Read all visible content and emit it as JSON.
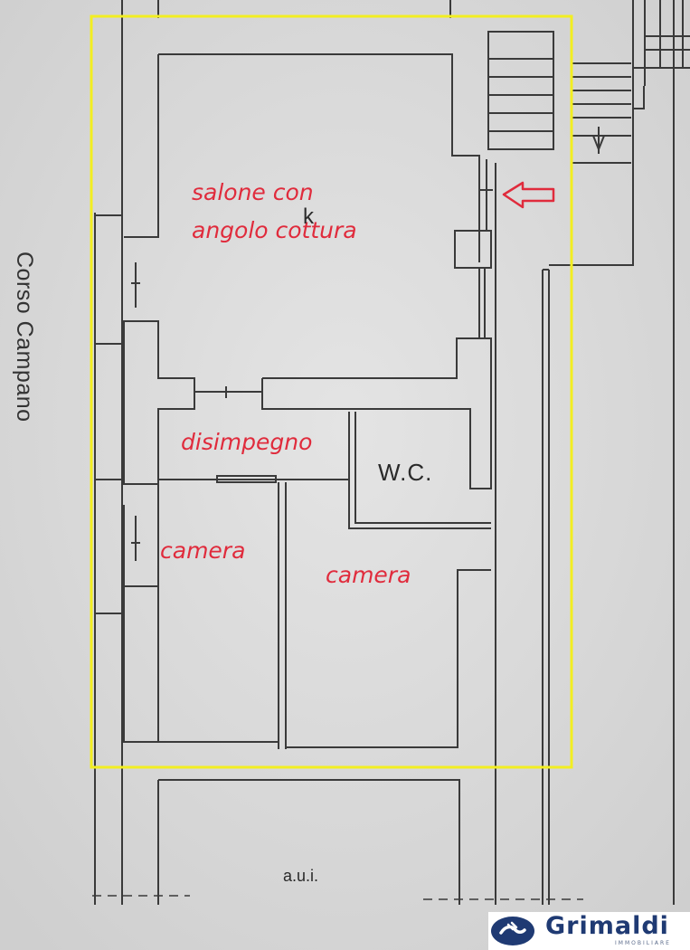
{
  "rooms": {
    "living_line1": "salone con",
    "living_line2": "angolo cottura",
    "hallway": "disimpegno",
    "bedroom_1": "camera",
    "bedroom_2": "camera",
    "wc": "W.C.",
    "kitchen_marker": "k",
    "aui": "a.u.i."
  },
  "street": "Corso Campano",
  "logo": {
    "name": "Grimaldi",
    "subtitle": "IMMOBILIARE"
  },
  "colors": {
    "highlight": "#f2ee21",
    "room_text": "#e02b3c",
    "wall": "#3a3a3a",
    "brand": "#1f3a73"
  },
  "icons": {
    "entrance": "arrow-left-icon",
    "stairs_direction": "arrow-down-icon"
  }
}
